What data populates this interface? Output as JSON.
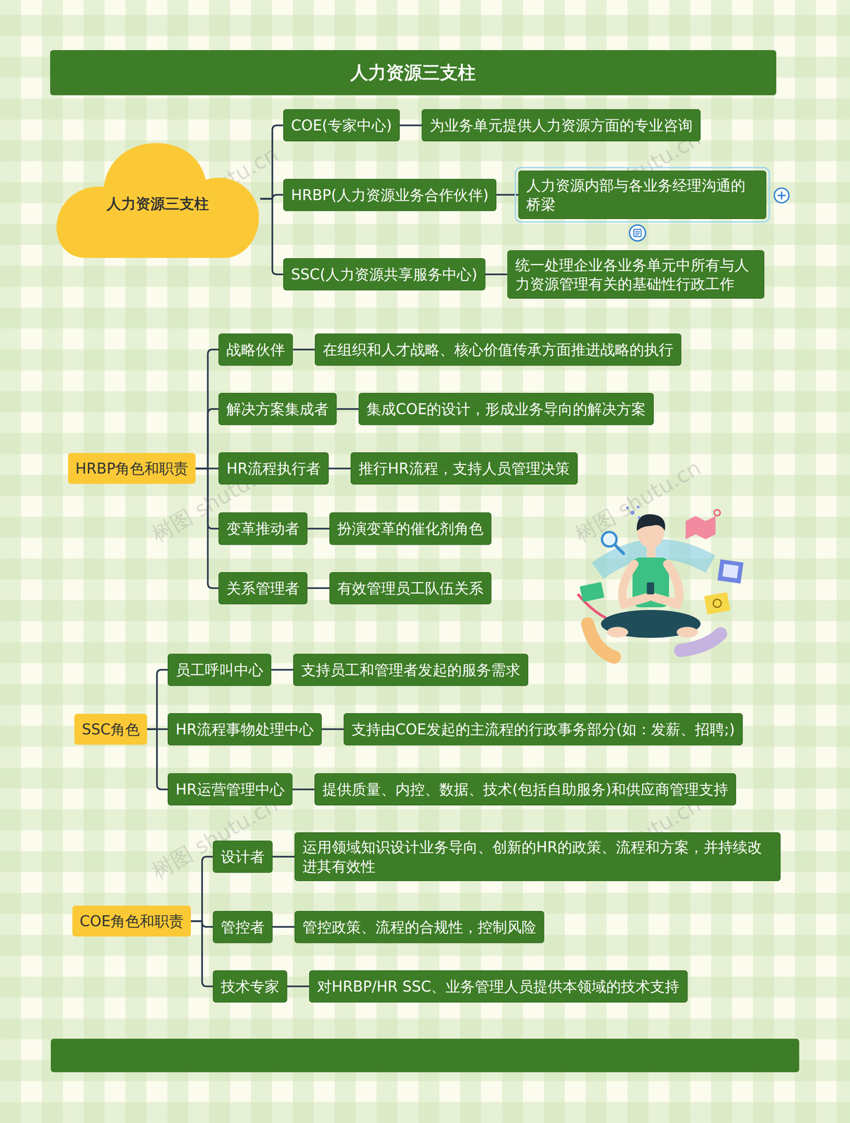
{
  "diagram": {
    "title": "人力资源三支柱",
    "nodes": [
      {
        "text": [
          "人力资源三支柱"
        ]
      },
      {
        "text": [
          "COE(专家中心)"
        ]
      },
      {
        "text": [
          "为业务单元提供人力资源方面的专业咨询"
        ]
      },
      {
        "text": [
          "HRBP(人力资源业务合作伙伴)"
        ]
      },
      {
        "text": [
          "人力资源内部与各业务经理沟通的桥梁"
        ]
      },
      {
        "text": [
          "SSC(人力资源共享服务中心)"
        ]
      },
      {
        "text": [
          "统一处理企业各业务单元中所有与人力资源管理有关的基础性行政工作"
        ]
      },
      {
        "text": [
          "HRBP角色和职责"
        ]
      },
      {
        "text": [
          "战略伙伴"
        ]
      },
      {
        "text": [
          "在组织和人才战略、核心价值传承方面推进战略的执行"
        ]
      },
      {
        "text": [
          "解决方案集成者"
        ]
      },
      {
        "text": [
          "集成COE的设计，形成业务导向的解决方案"
        ]
      },
      {
        "text": [
          "HR流程执行者"
        ]
      },
      {
        "text": [
          "推行HR流程，支持人员管理决策"
        ]
      },
      {
        "text": [
          "变革推动者"
        ]
      },
      {
        "text": [
          "扮演变革的催化剂角色"
        ]
      },
      {
        "text": [
          "关系管理者"
        ]
      },
      {
        "text": [
          "有效管理员工队伍关系"
        ]
      },
      {
        "text": [
          "SSC角色"
        ]
      },
      {
        "text": [
          "员工呼叫中心"
        ]
      },
      {
        "text": [
          "支持员工和管理者发起的服务需求"
        ]
      },
      {
        "text": [
          "HR流程事物处理中心"
        ]
      },
      {
        "text": [
          "支持由COE发起的主流程的行政事务部分(如：发薪、招聘;)"
        ]
      },
      {
        "text": [
          "HR运营管理中心"
        ]
      },
      {
        "text": [
          "提供质量、内控、数据、技术(包括自助服务)和供应商管理支持"
        ]
      },
      {
        "text": [
          "COE角色和职责"
        ]
      },
      {
        "text": [
          "设计者"
        ]
      },
      {
        "text": [
          "运用领域知识设计业务导向、创新的HR的政策、流程和方案，并持续改进其有效性"
        ]
      },
      {
        "text": [
          "管控者"
        ]
      },
      {
        "text": [
          "管控政策、流程的合规性，控制风险"
        ]
      },
      {
        "text": [
          "技术专家"
        ]
      },
      {
        "text": [
          "对HRBP/HR SSC、业务管理人员提供本领域的技术支持"
        ]
      }
    ],
    "edges": [
      {
        "from": 0,
        "to": 1,
        "arrow": "none"
      },
      {
        "from": 0,
        "to": 3,
        "arrow": "none"
      },
      {
        "from": 0,
        "to": 5,
        "arrow": "none"
      },
      {
        "from": 1,
        "to": 2,
        "arrow": "none"
      },
      {
        "from": 3,
        "to": 4,
        "arrow": "none"
      },
      {
        "from": 5,
        "to": 6,
        "arrow": "none"
      },
      {
        "from": 7,
        "to": 8,
        "arrow": "none"
      },
      {
        "from": 7,
        "to": 10,
        "arrow": "none"
      },
      {
        "from": 7,
        "to": 12,
        "arrow": "none"
      },
      {
        "from": 7,
        "to": 14,
        "arrow": "none"
      },
      {
        "from": 7,
        "to": 16,
        "arrow": "none"
      },
      {
        "from": 8,
        "to": 9,
        "arrow": "none"
      },
      {
        "from": 10,
        "to": 11,
        "arrow": "none"
      },
      {
        "from": 12,
        "to": 13,
        "arrow": "none"
      },
      {
        "from": 14,
        "to": 15,
        "arrow": "none"
      },
      {
        "from": 16,
        "to": 17,
        "arrow": "none"
      },
      {
        "from": 18,
        "to": 19,
        "arrow": "none"
      },
      {
        "from": 18,
        "to": 21,
        "arrow": "none"
      },
      {
        "from": 18,
        "to": 23,
        "arrow": "none"
      },
      {
        "from": 19,
        "to": 20,
        "arrow": "none"
      },
      {
        "from": 21,
        "to": 22,
        "arrow": "none"
      },
      {
        "from": 23,
        "to": 24,
        "arrow": "none"
      },
      {
        "from": 25,
        "to": 26,
        "arrow": "none"
      },
      {
        "from": 25,
        "to": 28,
        "arrow": "none"
      },
      {
        "from": 25,
        "to": 30,
        "arrow": "none"
      },
      {
        "from": 26,
        "to": 27,
        "arrow": "none"
      },
      {
        "from": 28,
        "to": 29,
        "arrow": "none"
      },
      {
        "from": 30,
        "to": 31,
        "arrow": "none"
      }
    ],
    "labels": [
      "树图 shutu.cn",
      "树图 shutu.cn",
      "树图 shutu.cn",
      "树图 shutu.cn",
      "树图 shutu.cn",
      "树图 shutu.cn"
    ]
  }
}
